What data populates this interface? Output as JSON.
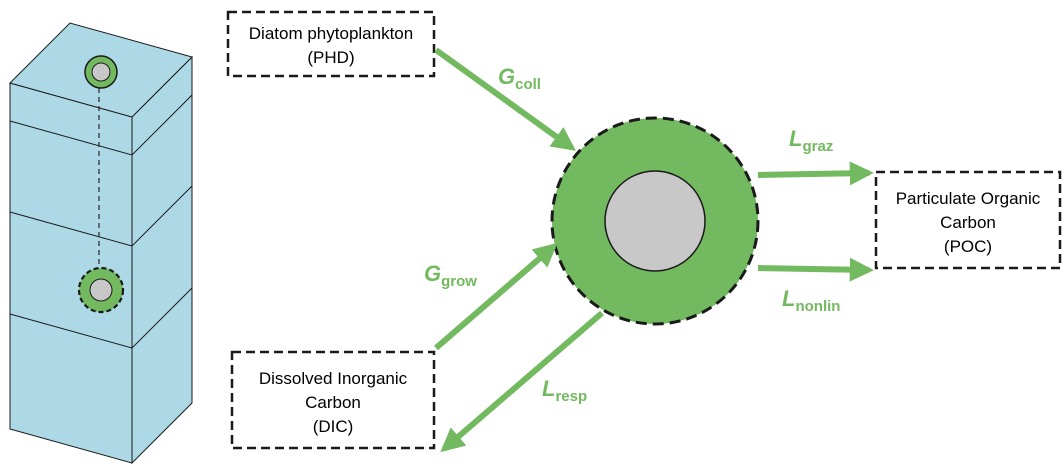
{
  "colors": {
    "water_fill": "#add8e6",
    "aggregate_green": "#72b95f",
    "core_gray": "#c8c8c8",
    "arrow_green": "#72b95f",
    "outline": "#1a1a1a"
  },
  "boxes": {
    "phd": {
      "line1": "Diatom phytoplankton",
      "line2": "(PHD)"
    },
    "dic": {
      "line1": "Dissolved Inorganic",
      "line2": "Carbon",
      "line3": "(DIC)"
    },
    "poc": {
      "line1": "Particulate Organic",
      "line2": "Carbon",
      "line3": "(POC)"
    }
  },
  "fluxes": {
    "g_coll": {
      "symbol": "G",
      "sub": "coll"
    },
    "g_grow": {
      "symbol": "G",
      "sub": "grow"
    },
    "l_resp": {
      "symbol": "L",
      "sub": "resp"
    },
    "l_graz": {
      "symbol": "L",
      "sub": "graz"
    },
    "l_nonlin": {
      "symbol": "L",
      "sub": "nonlin"
    }
  }
}
